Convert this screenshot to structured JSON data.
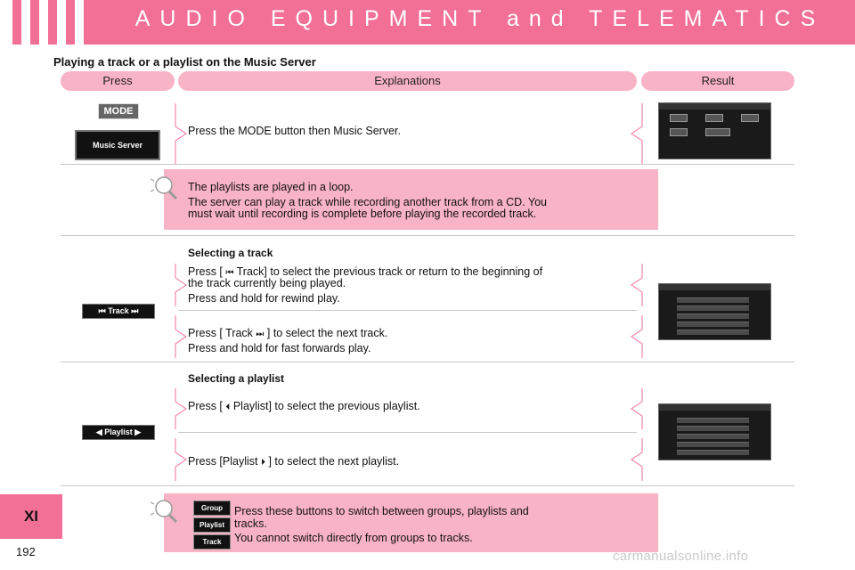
{
  "header": {
    "title": "AUDIO EQUIPMENT and TELEMATICS"
  },
  "section": {
    "title": "Playing a track or a playlist on the Music Server"
  },
  "columns": {
    "press": "Press",
    "explanations": "Explanations",
    "result": "Result"
  },
  "row1": {
    "mode_button": "MODE",
    "music_server_button": "Music Server",
    "text": "Press the MODE button then Music Server."
  },
  "note1": {
    "line1": "The playlists are played in a loop.",
    "line2a": "The server can play a track while recording another track from a CD. You",
    "line2b": "must wait until recording is complete before playing the recorded track."
  },
  "track": {
    "heading": "Selecting a track",
    "button": "⏮ Track ⏭",
    "prev_a1": "Press [ ",
    "prev_icon": "⏮",
    "prev_a2": " Track] to select the previous track or return to the beginning of",
    "prev_b": "the track currently being played.",
    "prev_c": "Press and hold for rewind play.",
    "next_a1": "Press [ Track ",
    "next_icon": "⏭",
    "next_a2": " ] to select the next track.",
    "next_b": "Press and hold for fast forwards play."
  },
  "playlist": {
    "heading": "Selecting a playlist",
    "button": "◀ Playlist ▶",
    "prev_a1": "Press [ ",
    "prev_icon": "⏴",
    "prev_a2": "  Playlist] to select the previous playlist.",
    "next_a1": "Press [Playlist ",
    "next_icon": "⏵",
    "next_a2": " ] to select the next playlist."
  },
  "note2": {
    "group_button": "Group",
    "playlist_button": "Playlist",
    "track_button": "Track",
    "line1": "Press  these  buttons  to  switch  between  groups,  playlists  and",
    "line2": "tracks.",
    "line3": "You cannot switch directly from groups to tracks."
  },
  "sidebar": {
    "chapter": "XI"
  },
  "footer": {
    "page_number": "192",
    "watermark": "carmanualsonline.info"
  },
  "colors": {
    "accent": "#f26f95",
    "note_bg": "#f9b3c6",
    "divider": "#c8c8c8"
  }
}
